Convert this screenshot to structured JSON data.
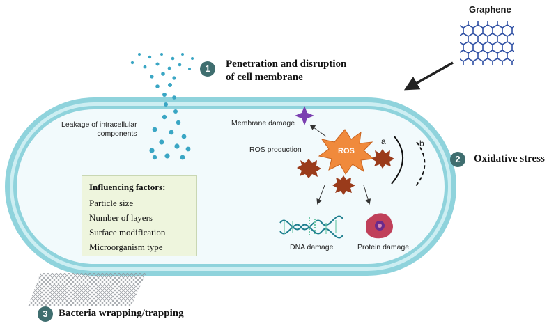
{
  "graphene_label": "Graphene",
  "steps": [
    {
      "number": "1",
      "line1": "Penetration and disruption",
      "line2": "of cell membrane"
    },
    {
      "number": "2",
      "line1": "Oxidative stress",
      "line2": ""
    },
    {
      "number": "3",
      "line1": "Bacteria wrapping/trapping",
      "line2": ""
    }
  ],
  "labels": {
    "leakage_line1": "Leakage of intracellular",
    "leakage_line2": "components",
    "membrane_damage": "Membrane damage",
    "ros_production": "ROS production",
    "ros": "ROS",
    "a": "a",
    "b": "b",
    "dna_damage": "DNA damage",
    "protein_damage": "Protein damage"
  },
  "factors": {
    "title": "Influencing factors:",
    "items": [
      "Particle size",
      "Number of layers",
      "Surface modification",
      "Microorganism type"
    ]
  },
  "colors": {
    "membrane_outer": "#8fd3dc",
    "membrane_inner": "#cdeef2",
    "cytoplasm": "#f2fafc",
    "step_circle": "#3f6e6f",
    "graphene": "#2e4fa3",
    "ros": "#f08a3c",
    "ros_small": "#9a3b1b",
    "membrane_damage_star": "#7b3fb0",
    "dots": "#3aa6c4",
    "factor_box": "#eef5dd",
    "dna": "#1f7f8f",
    "protein": "#c0405a"
  }
}
